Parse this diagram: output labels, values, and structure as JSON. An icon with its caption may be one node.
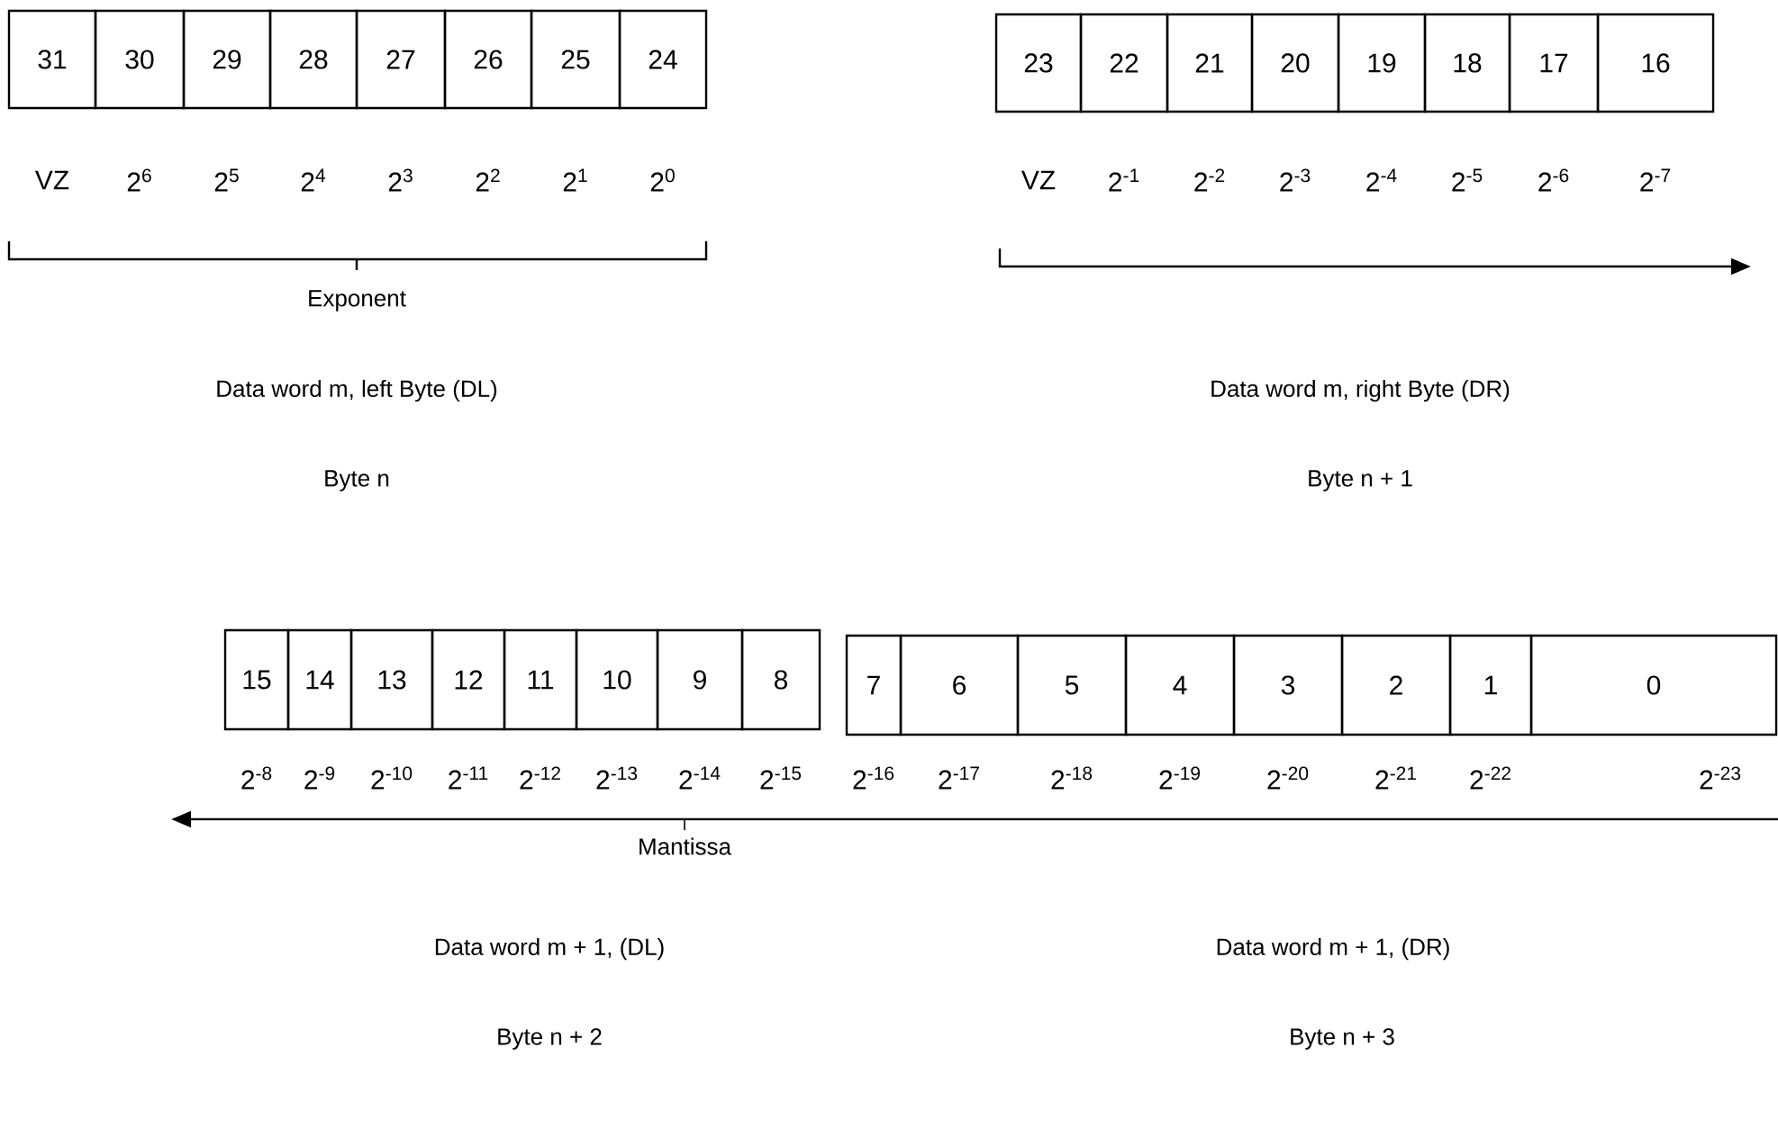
{
  "diagram": {
    "nodes": [
      {
        "text": [
          "31"
        ]
      },
      {
        "text": [
          "30"
        ]
      },
      {
        "text": [
          "29"
        ]
      },
      {
        "text": [
          "28"
        ]
      },
      {
        "text": [
          "27"
        ]
      },
      {
        "text": [
          "26"
        ]
      },
      {
        "text": [
          "25"
        ]
      },
      {
        "text": [
          "24"
        ]
      },
      {
        "text": [
          "23"
        ]
      },
      {
        "text": [
          "22"
        ]
      },
      {
        "text": [
          "21"
        ]
      },
      {
        "text": [
          "20"
        ]
      },
      {
        "text": [
          "19"
        ]
      },
      {
        "text": [
          "18"
        ]
      },
      {
        "text": [
          "17"
        ]
      },
      {
        "text": [
          "16"
        ]
      },
      {
        "text": [
          "15"
        ]
      },
      {
        "text": [
          "14"
        ]
      },
      {
        "text": [
          "13"
        ]
      },
      {
        "text": [
          "12"
        ]
      },
      {
        "text": [
          "11"
        ]
      },
      {
        "text": [
          "10"
        ]
      },
      {
        "text": [
          "9"
        ]
      },
      {
        "text": [
          "8"
        ]
      },
      {
        "text": [
          "7"
        ]
      },
      {
        "text": [
          "6"
        ]
      },
      {
        "text": [
          "5"
        ]
      },
      {
        "text": [
          "4"
        ]
      },
      {
        "text": [
          "3"
        ]
      },
      {
        "text": [
          "2"
        ]
      },
      {
        "text": [
          "1"
        ]
      },
      {
        "text": [
          "0"
        ]
      }
    ],
    "labels": [
      "VZ",
      "2$^{6}$",
      "2$^{5}$",
      "2$^{4}$",
      "2$^{3}$",
      "2$^{2}$",
      "2$^{1}$",
      "2$^{0}$",
      "VZ",
      "2$^{-1}$",
      "2$^{-2}$",
      "2$^{-3}$",
      "2$^{-4}$",
      "2$^{-5}$",
      "2$^{-6}$",
      "2$^{-7}$",
      "Exponent",
      "Data word m, left Byte (DL)",
      "Data word m, right Byte (DR)",
      "Byte n",
      "Byte n + 1",
      "2$^{-8}$",
      "2$^{-9}$",
      "2$^{-10}$",
      "2$^{-11}$",
      "2$^{-12}$",
      "2$^{-13}$",
      "2$^{-14}$",
      "2$^{-15}$",
      "2$^{-16}$",
      "2$^{-17}$",
      "2$^{-18}$",
      "2$^{-19}$",
      "2$^{-20}$",
      "2$^{-21}$",
      "2$^{-22}$",
      "2$^{-23}$",
      "Mantissa",
      "Data word m + 1, (DL)",
      "Data word m + 1, (DR)",
      "Byte n + 2",
      "Byte n + 3"
    ]
  }
}
